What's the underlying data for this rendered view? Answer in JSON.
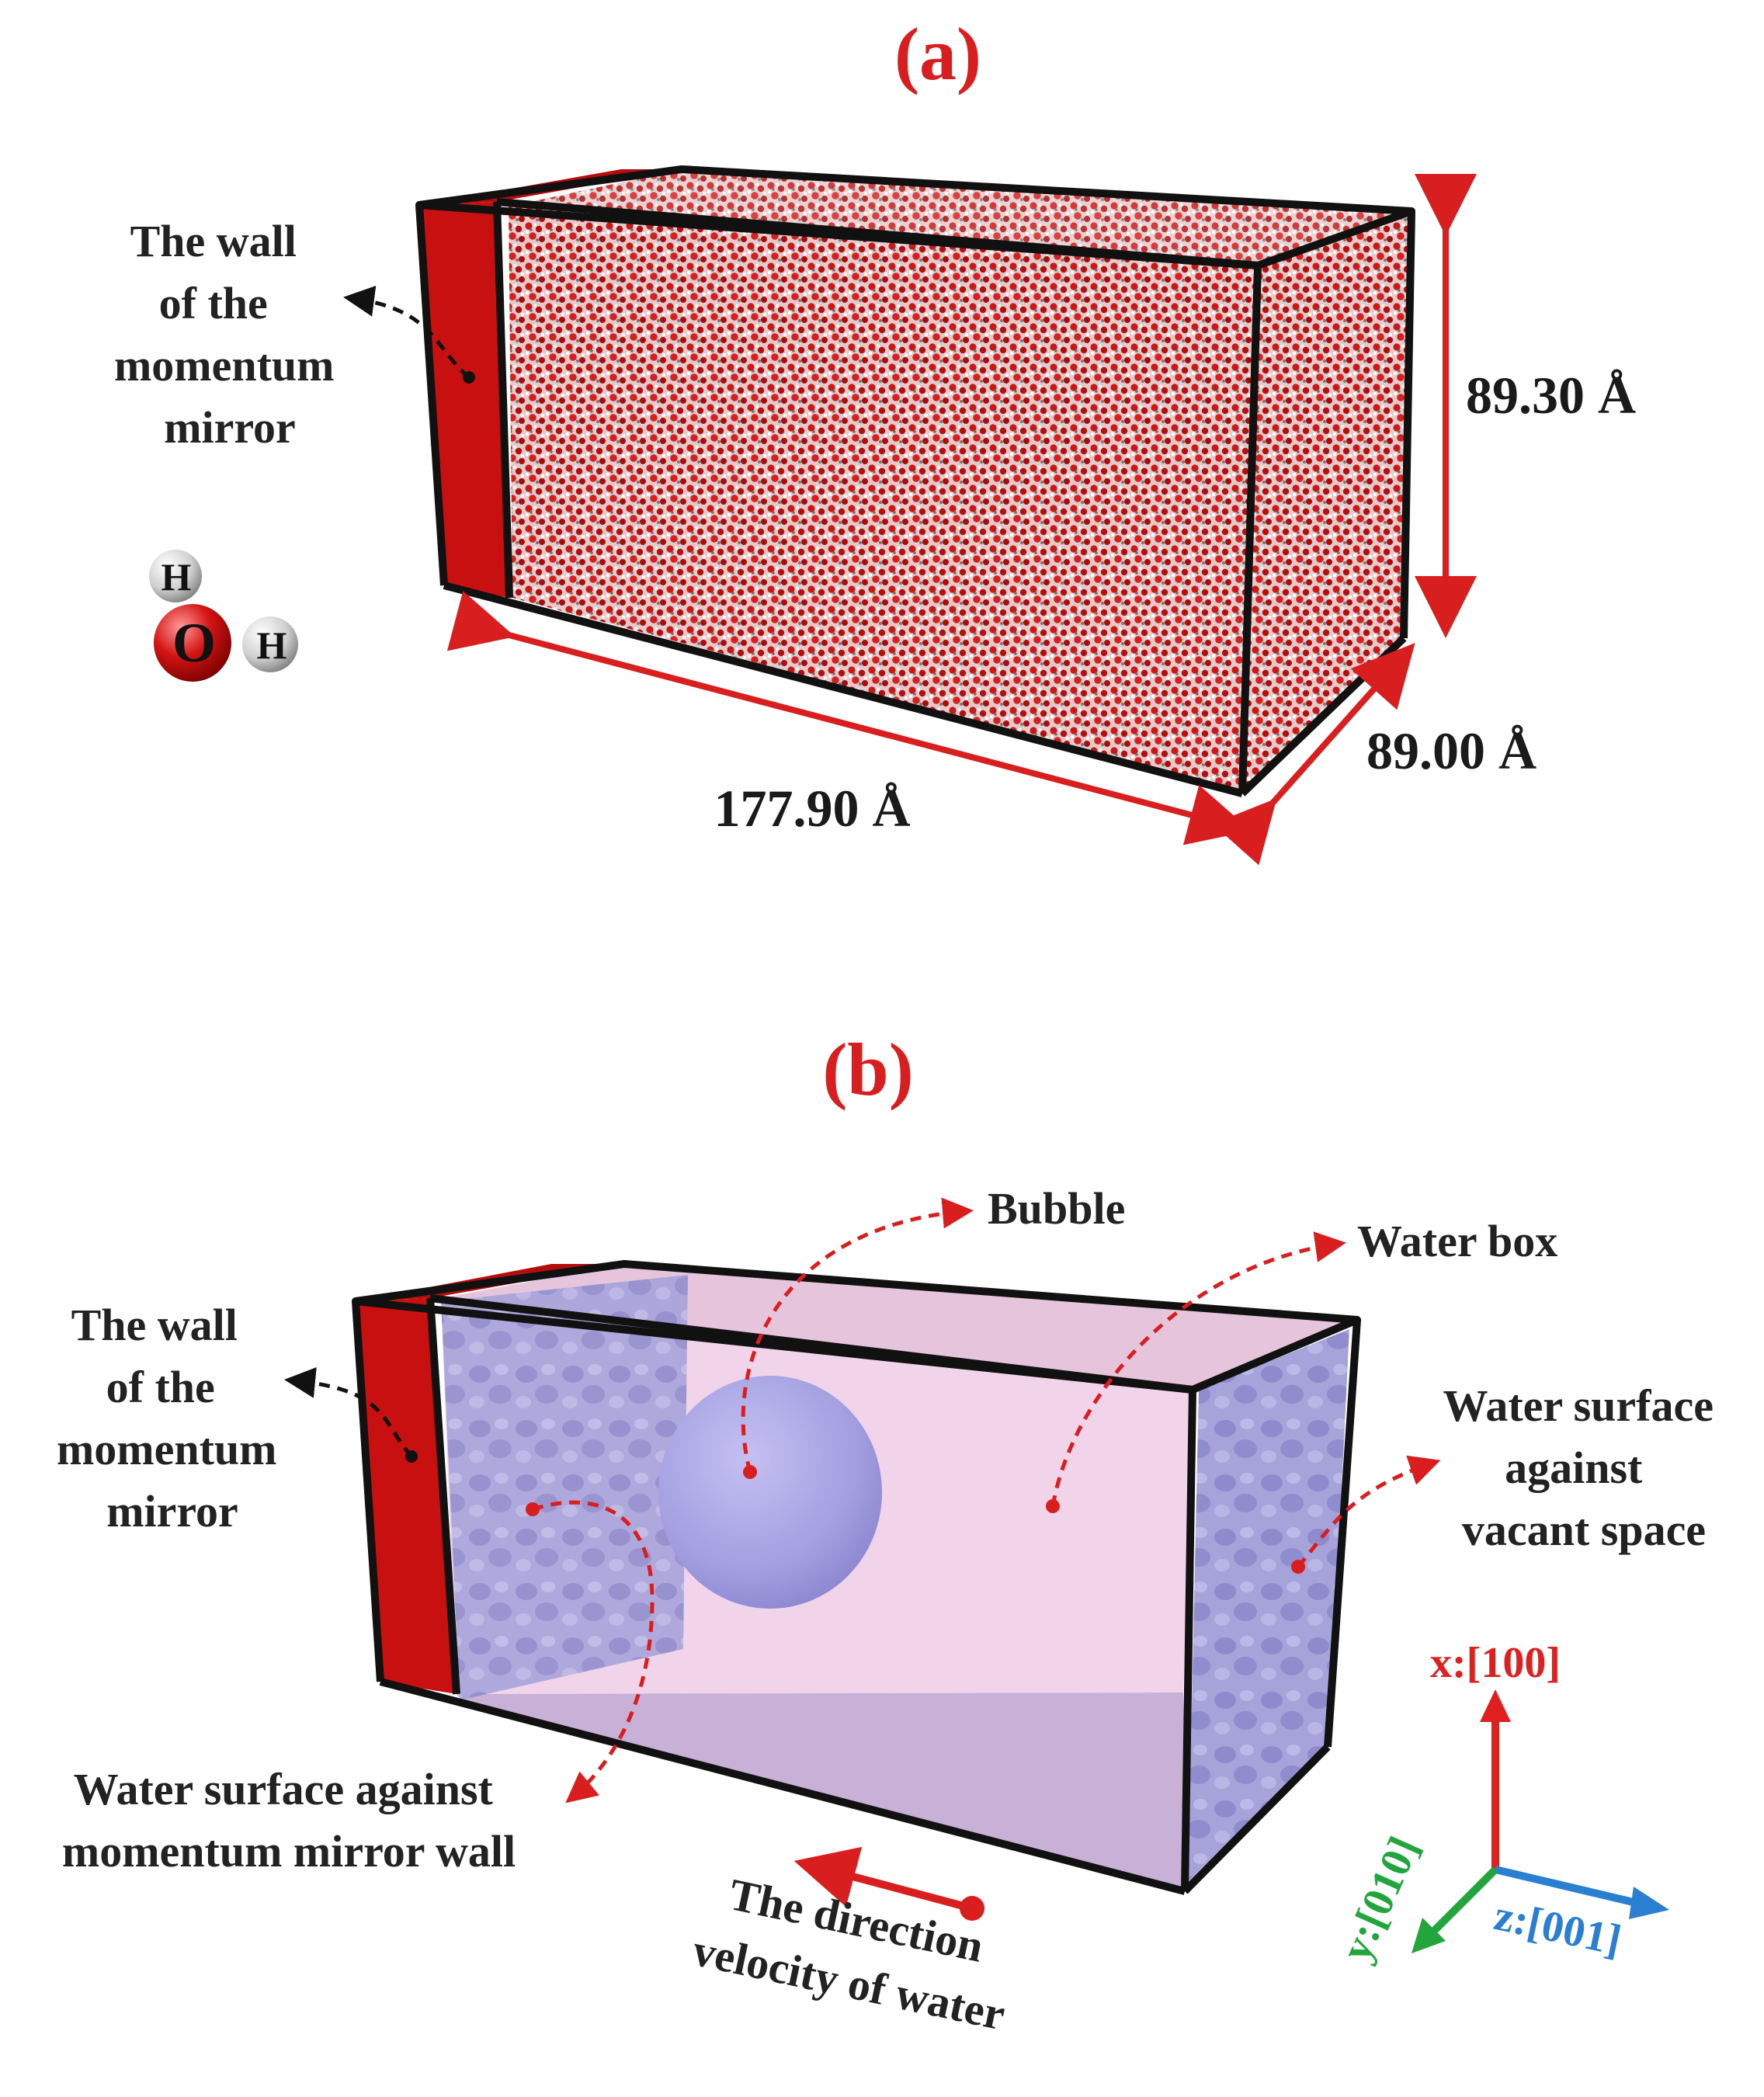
{
  "panel_a": {
    "tag": "(a)",
    "wall_label": [
      "The wall",
      "of the",
      "momentum",
      "mirror"
    ],
    "dim_height": "89.30 Å",
    "dim_depth": "89.00 Å",
    "dim_length": "177.90 Å",
    "molecule": {
      "oxygen": "O",
      "hydrogen_1": "H",
      "hydrogen_2": "H"
    }
  },
  "panel_b": {
    "tag": "(b)",
    "bubble": "Bubble",
    "water_box": "Water box",
    "wall_label": [
      "The wall",
      "of the",
      "momentum",
      "mirror"
    ],
    "surface_vacant": [
      "Water surface",
      "against",
      "vacant space"
    ],
    "surface_mirror": [
      "Water surface against",
      "momentum mirror wall"
    ],
    "velocity": [
      "The direction",
      "velocity of water"
    ],
    "axes": {
      "x": "x:[100]",
      "y": "y:[010]",
      "z": "z:[001]"
    }
  },
  "colors": {
    "red": "#d81e1e",
    "wall": "#c91010",
    "water_fill": "#f0cfe6",
    "surface": "#9d9ad8",
    "axis_x": "#e02020",
    "axis_y": "#22a53c",
    "axis_z": "#2a7fd0"
  }
}
